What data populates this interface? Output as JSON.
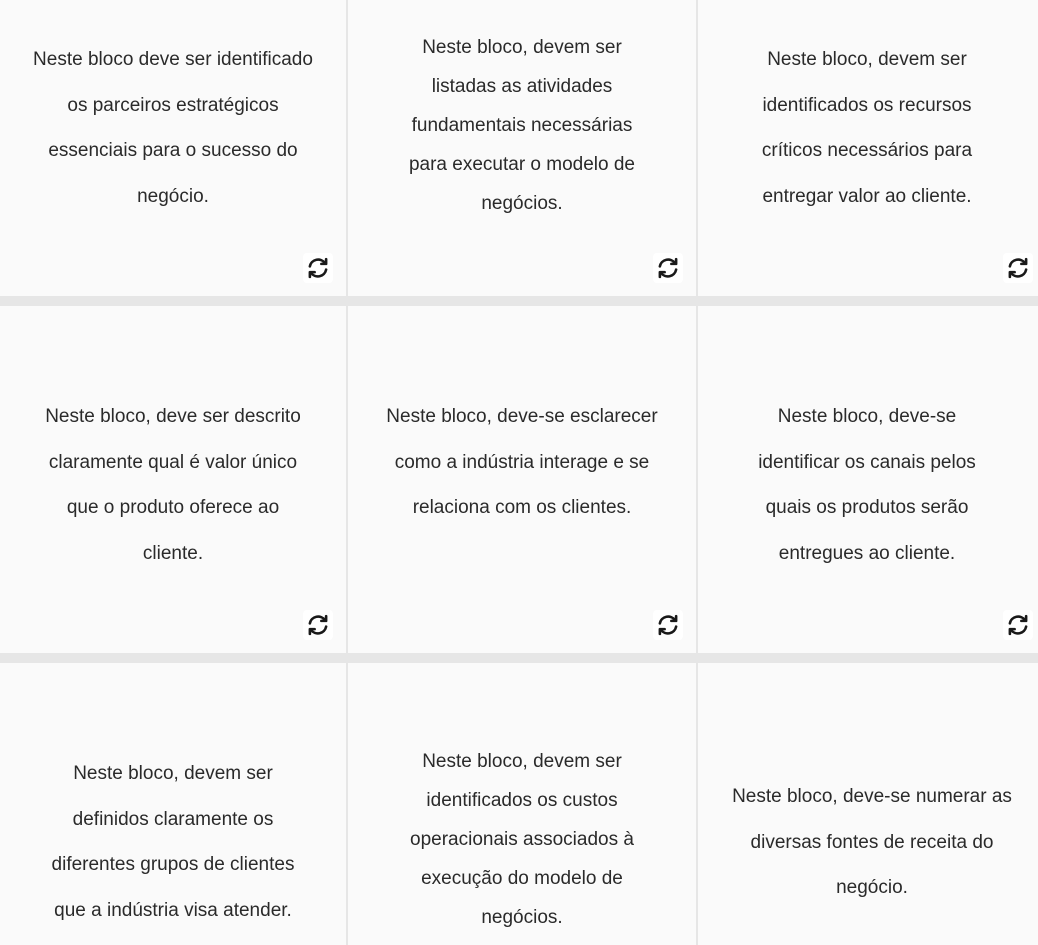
{
  "cards": [
    {
      "text": "Neste bloco deve ser identificado os parceiros estratégicos essenciais para o sucesso do negócio."
    },
    {
      "text": "Neste bloco, devem ser listadas as atividades fundamentais necessárias para executar o modelo de negócios."
    },
    {
      "text": "Neste bloco, devem ser identificados os recursos críticos necessários para entregar valor ao cliente."
    },
    {
      "text": "Neste bloco, deve ser descrito claramente qual é valor único que o produto oferece ao cliente."
    },
    {
      "text": "Neste bloco, deve-se esclarecer como a indústria interage e se relaciona com os clientes."
    },
    {
      "text": "Neste bloco, deve-se identificar os canais pelos quais os produtos serão entregues ao cliente."
    },
    {
      "text": "Neste bloco, devem ser definidos claramente os diferentes grupos de clientes que a indústria visa atender."
    },
    {
      "text": "Neste bloco, devem ser identificados os custos operacionais associados à execução do modelo de negócios."
    },
    {
      "text": "Neste bloco, deve-se numerar as diversas fontes de receita do negócio."
    }
  ],
  "icons": {
    "flip": "rotate-arrows-icon"
  }
}
